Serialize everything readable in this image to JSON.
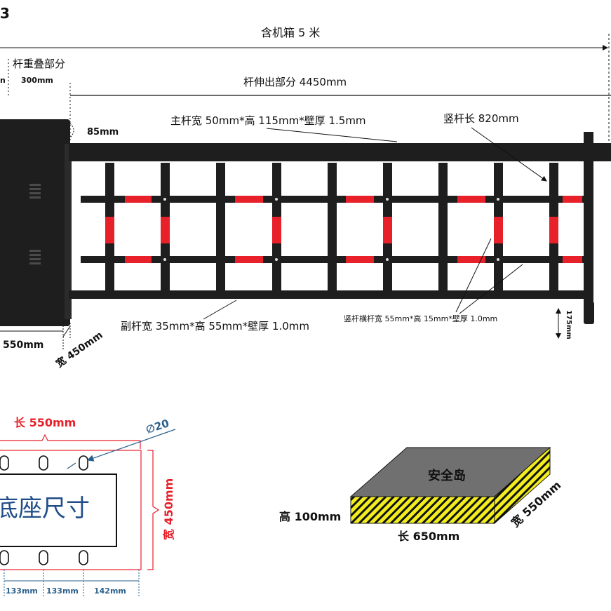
{
  "corner_label": "3",
  "total_length": "含机箱 5 米",
  "overlap_label": "杆重叠部分",
  "overlap_cut": "n",
  "overlap_mm": "300mm",
  "extend_label": "杆伸出部分 4450mm",
  "main_pole": "主杆宽 50mm*高 115mm*壁厚 1.5mm",
  "vertical_len": "竖杆长 820mm",
  "gap_85": "85mm",
  "sub_pole": "副杆宽 35mm*高 55mm*壁厚 1.0mm",
  "cross_bar": "竖杆横杆宽 55mm*高 15mm*壁厚 1.0mm",
  "h175": "175mm",
  "box_len": "550mm",
  "box_width": "宽 450mm",
  "base": {
    "length_label": "长 550mm",
    "width_label": "宽 450mm",
    "hole_label": "∅20",
    "title": "底座尺寸",
    "dim1": "133mm",
    "dim2": "133mm",
    "dim3": "142mm"
  },
  "island": {
    "title": "安全岛",
    "height": "高 100mm",
    "length": "长 650mm",
    "width": "宽 550mm"
  },
  "colors": {
    "red": "#e8202a",
    "dark": "#1e1e1e",
    "stripe_yellow": "#f2ee1e",
    "island_top": "#707070"
  }
}
